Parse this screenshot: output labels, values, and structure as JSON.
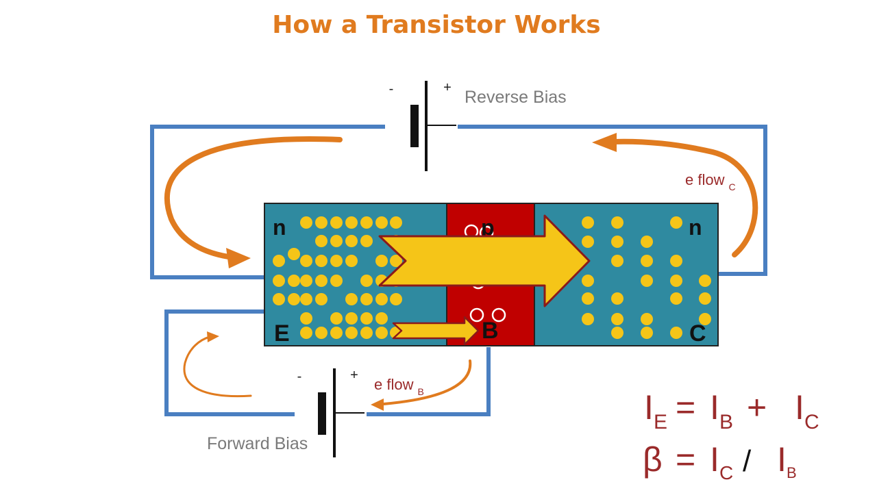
{
  "title": "How a Transistor Works",
  "reverse_bias_label": "Reverse Bias",
  "forward_bias_label": "Forward Bias",
  "battery_top": {
    "minus": "-",
    "plus": "+"
  },
  "battery_bottom": {
    "minus": "-",
    "plus": "+"
  },
  "eflow_c": {
    "text": "e flow",
    "sub": "C"
  },
  "eflow_b": {
    "text": "e flow",
    "sub": "B"
  },
  "regions": {
    "emitter_type": "n",
    "base_type": "p",
    "collector_type": "n",
    "emitter": "E",
    "base": "B",
    "collector": "C"
  },
  "equation1": {
    "i1": "I",
    "s1": "E",
    "eq": "=",
    "i2": "I",
    "s2": "B",
    "plus": "+",
    "i3": "I",
    "s3": "C"
  },
  "equation2": {
    "beta": "β",
    "eq": "=",
    "i1": "I",
    "s1": "C",
    "slash": "/",
    "i2": "I",
    "s2": "B"
  },
  "colors": {
    "title": "#e07b1f",
    "wire": "#4a7fc1",
    "arrow_orange": "#e07b1f",
    "n_region": "#2f8aa0",
    "p_region": "#c00000",
    "electron": "#f5c518",
    "big_arrow_fill": "#f5c518",
    "big_arrow_stroke": "#8b1a1a",
    "equation": "#9a2a2a"
  }
}
